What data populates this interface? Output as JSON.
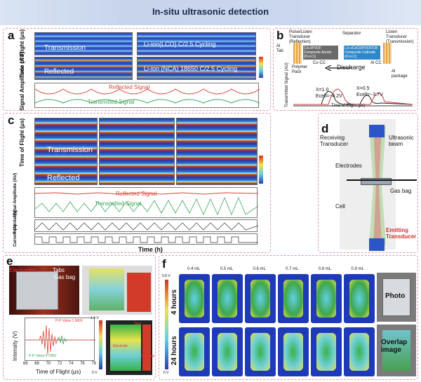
{
  "header": {
    "title": "In-situ ultrasonic detection"
  },
  "panel_a": {
    "label": "a",
    "ylabel_top": "Time of Flight (μs)",
    "ylabel_bottom": "Signal Amplitude (AU)",
    "transmission": "Transmission",
    "reflected": "Reflected",
    "lco": "Li-ion(LCO) C/2.5 Cycling",
    "nca": "Li-ion (NCA) 18650 C/2.5 Cycling",
    "reflected_signal": "Reflected Signal",
    "transmitted_signal": "Transmitted Signal"
  },
  "panel_b": {
    "label": "b",
    "left_transducer": "Pulse/Listen Transducer (Reflection)",
    "right_transducer": "Listen Transducer (Transmission)",
    "al_tab": "Al Tab",
    "separator": "Separator",
    "anode": "CxLi/PVDF Composite Anode (0<x<1)",
    "cathode": "Li1-xCoO2/PVDF/CB Composite Cathode (0<x<1)",
    "cu_cc": "Cu CC",
    "al_cc": "Al CC",
    "polymer_pack": "Polymer Pack",
    "discharge": "Discharge",
    "al_package": "Al package",
    "ylabel": "Transmitted Signal (AU)",
    "x1": "X=1.0",
    "e1": "Ecell=~4.2V",
    "x2": "X=0.5",
    "e2": "Ecell=~3.7V",
    "xlabel": "Time of Flight (μs)"
  },
  "panel_c": {
    "label": "c",
    "ylabel_top": "Time of Flight (μs)",
    "transmission": "Transmission",
    "reflected": "Reflected",
    "reflected_signal": "Reflected Signal",
    "transmitted_signal": "Transmitted Signal",
    "sig_label": "Signal Amplitude (AU)",
    "pot_label": "Potential (V)",
    "cur_label": "Current (A)",
    "xlabel": "Time (h)"
  },
  "panel_d": {
    "label": "d",
    "receiving": "Receiving Transducer",
    "beam": "Ultrasonic beam",
    "electrodes": "Electrodes",
    "gasbag": "Gas bag",
    "cell": "Cell",
    "emitting": "Emitting Transducer"
  },
  "panel_e": {
    "label": "e",
    "electrodes": "Electrodes",
    "tabs": "Tabs",
    "gasbag": "Gas bag",
    "ylabel": "Intensity (V)",
    "xlabel": "Time of Flight (μs)",
    "xticks": [
      "66",
      "68",
      "70",
      "72",
      "74",
      "76",
      "78"
    ],
    "peak": "P-P Value:1.960V",
    "peak2": "P-P Value:0.748V",
    "scale_top": "1.4 V",
    "scale_bot": "0 V",
    "tabs2": "Tabs",
    "electrode2": "Electrode",
    "gasbag2": "Gas bag"
  },
  "panel_f": {
    "label": "f",
    "volumes": [
      "0.4 mL",
      "0.5 mL",
      "0.6 mL",
      "0.7 mL",
      "0.8 mL",
      "0.9 mL"
    ],
    "scale_top": "0.8 V",
    "scale_bot": "0 V",
    "row1": "4 hours",
    "row2": "24 hours",
    "photo": "Photo",
    "overlap": "Overlap image"
  }
}
